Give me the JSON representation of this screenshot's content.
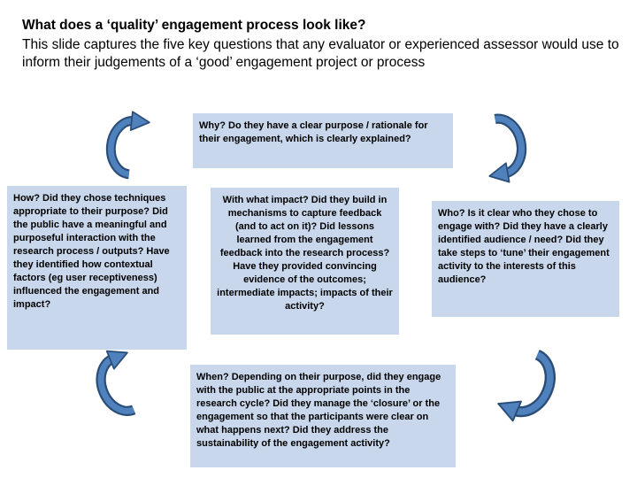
{
  "slide": {
    "title": "What does a ‘quality’ engagement process look like?",
    "subtitle": "This slide captures the five key questions that any evaluator or experienced assessor would use to inform their judgements of a ‘good’ engagement project or process",
    "boxes": {
      "why": {
        "text": "Why? Do they have a clear purpose / rationale for their engagement, which is clearly explained?"
      },
      "how": {
        "text": "How? Did they chose techniques appropriate to their purpose? Did the public have a meaningful and purposeful interaction with the research process / outputs? Have they identified how contextual factors (eg user receptiveness) influenced the engagement and impact?"
      },
      "impact": {
        "text": "With what impact?  Did they build in mechanisms to capture feedback (and to act on it)? Did lessons learned from the engagement feedback into the research process?  Have they provided convincing evidence of the  outcomes; intermediate impacts; impacts of their activity?"
      },
      "who": {
        "text": "Who? Is it clear who they chose to engage with?  Did they have a clearly identified audience / need?  Did they take steps to ‘tune’ their engagement activity to the interests of this audience?"
      },
      "when": {
        "text": "When? Depending on their purpose, did they engage with the public at the appropriate points in the research cycle? Did they manage the ‘closure’ or the engagement so that the participants were clear on what happens next?  Did they address the sustainability of the engagement activity?"
      }
    },
    "icons": {
      "top_left": "curved-arrow-clockwise",
      "top_right": "curved-arrow-clockwise",
      "bottom_left": "curved-arrow-clockwise",
      "bottom_right": "curved-arrow-clockwise"
    },
    "colors": {
      "background": "#ffffff",
      "box_bg": "#c8d7eb",
      "arrow_fill": "#4f81bd",
      "arrow_outline": "#2a4d78",
      "text": "#000000"
    }
  }
}
